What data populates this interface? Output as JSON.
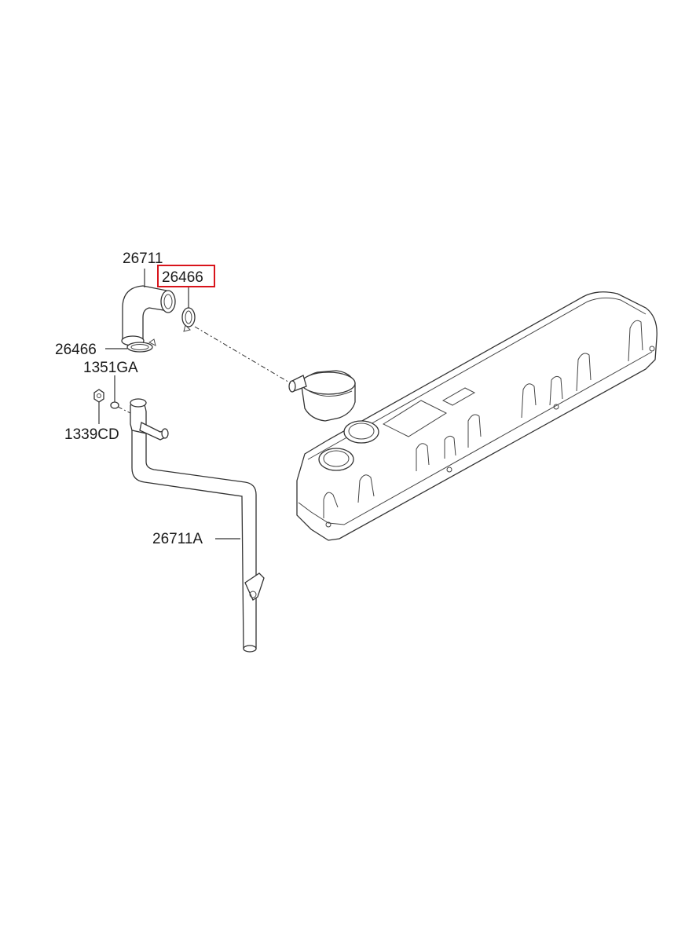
{
  "labels": {
    "hose_upper": "26711",
    "clamp_highlighted": "26466",
    "clamp_lower": "26466",
    "bolt": "1351GA",
    "nut": "1339CD",
    "pipe": "26711A"
  },
  "highlight_color": "#d8141b"
}
